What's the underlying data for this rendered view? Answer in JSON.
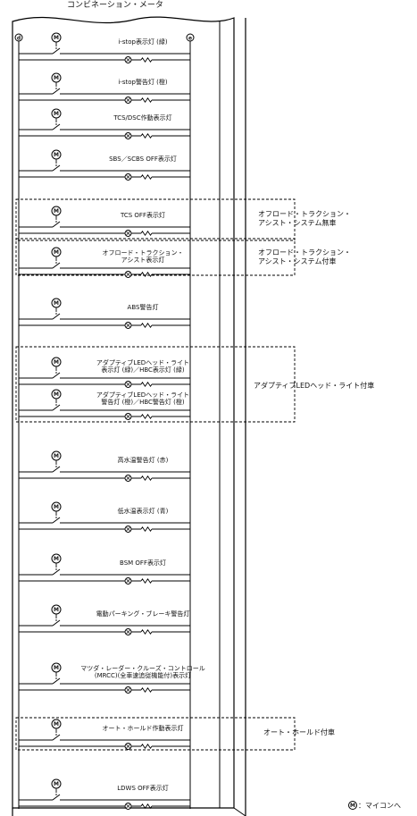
{
  "title": "コンビネーション・メータ",
  "terminals": {
    "left": "d",
    "right": "e"
  },
  "motor_letter": "M",
  "circuits": [
    {
      "lines": [
        "i-stop表示灯 (緑)"
      ]
    },
    {
      "lines": [
        "i-stop警告灯 (橙)"
      ]
    },
    {
      "lines": [
        "TCS/DSC作動表示灯"
      ]
    },
    {
      "lines": [
        "SBS／SCBS OFF表示灯"
      ]
    },
    {
      "lines": [
        "TCS OFF表示灯"
      ]
    },
    {
      "lines": [
        "オフロード・トラクション・",
        "アシスト表示灯"
      ]
    },
    {
      "lines": [
        "ABS警告灯"
      ]
    },
    {
      "lines": [
        "アダプティブLEDヘッド・ライト",
        "表示灯 (緑)／HBC表示灯 (緑)"
      ]
    },
    {
      "lines": [
        "アダプティブLEDヘッド・ライト",
        "警告灯 (橙)／HBC警告灯 (橙)"
      ]
    },
    {
      "lines": [
        "高水温警告灯 (赤)"
      ]
    },
    {
      "lines": [
        "低水温表示灯 (青)"
      ]
    },
    {
      "lines": [
        "BSM OFF表示灯"
      ]
    },
    {
      "lines": [
        "電動パーキング・ブレーキ警告灯"
      ]
    },
    {
      "lines": [
        "マツダ・レーダー・クルーズ・コントロール",
        "(MRCC)(全車速追従機能付)表示灯"
      ]
    },
    {
      "lines": [
        "オート・ホールド作動表示灯"
      ]
    },
    {
      "lines": [
        "LDWS OFF表示灯"
      ]
    }
  ],
  "option_groups": [
    {
      "lines": [
        "オフロード・トラクション・",
        "アシスト・システム無車"
      ]
    },
    {
      "lines": [
        "オフロード・トラクション・",
        "アシスト・システム付車"
      ]
    },
    {
      "lines": [
        "アダプティブLEDヘッド・ライト付車"
      ]
    },
    {
      "lines": [
        "オート・ホールド付車"
      ]
    }
  ],
  "legend": {
    "symbol": "M",
    "text": "：マイコンへ"
  }
}
